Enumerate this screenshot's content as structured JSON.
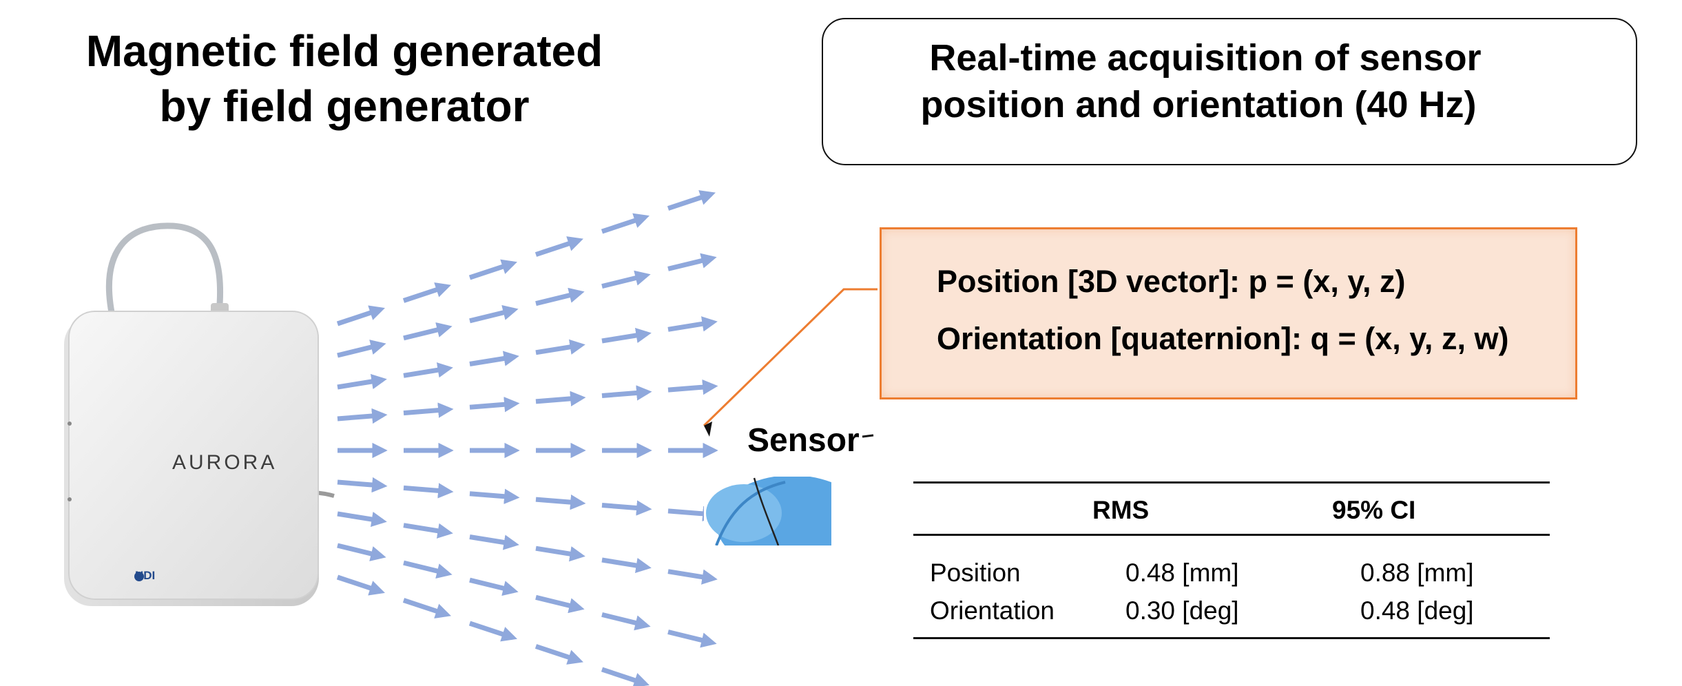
{
  "title": {
    "line1": "Magnetic field generated",
    "line2": "by field generator"
  },
  "acquisition": {
    "line1": "Real-time acquisition of sensor",
    "line2": "position and orientation (40 Hz)"
  },
  "data_box": {
    "position": "Position [3D vector]: p = (x, y, z)",
    "orientation": "Orientation [quaternion]: q = (x, y, z, w)"
  },
  "sensor_label": "Sensor",
  "device": {
    "logo_text": "AURORA",
    "brand_text": "NDI"
  },
  "accuracy_table": {
    "headers": [
      "",
      "RMS",
      "95% CI"
    ],
    "rows": [
      {
        "label": "Position",
        "rms": "0.48 [mm]",
        "ci": "0.88 [mm]"
      },
      {
        "label": "Orientation",
        "rms": "0.30 [deg]",
        "ci": "0.48 [deg]"
      }
    ]
  },
  "colors": {
    "field_arrow": "#8fa8dc",
    "callout": "#ed7d31",
    "callout_fill": "#fbe4d5",
    "glove": "#5aa6e3"
  }
}
